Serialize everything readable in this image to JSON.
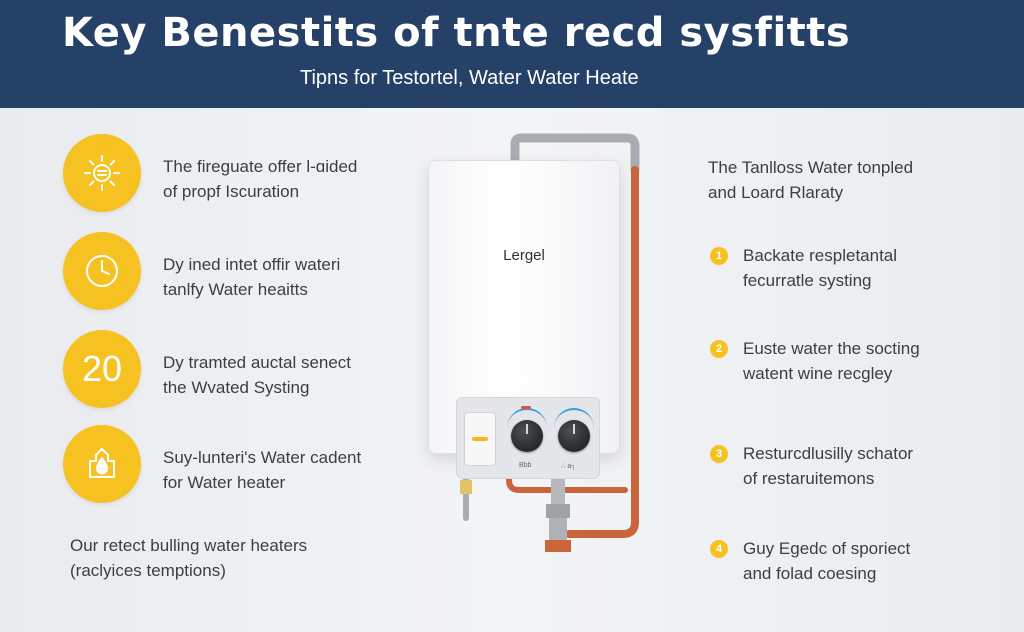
{
  "header": {
    "title": "Key Benestits of tnte recd sysfitts",
    "subtitle": "Tipns for Testortel, Water Water Heate"
  },
  "benefits": [
    {
      "icon": "sun-icon",
      "line1": "The fireguаte offer l-ɑided",
      "line2": "of propf Iscuration"
    },
    {
      "icon": "clock-icon",
      "line1": "Dy ined intet offir wateri",
      "line2": "tanlfy Water heaitts"
    },
    {
      "badge_text": "20",
      "line1": "Dy tramted auctal senect",
      "line2": "the Wvated Systing"
    },
    {
      "icon": "water-drop-icon",
      "line1": "Suy-lunteri's Water cadent",
      "line2": "for Water heater"
    }
  ],
  "footnote": {
    "line1": "Our retect bulling water heaters",
    "line2": "(raclyices temptions)"
  },
  "heater": {
    "brand": "Lergel",
    "knob_label_1": "Bbb",
    "knob_label_2": "∴ a┐"
  },
  "steps": {
    "intro_line1": "The Tanlloss Water tonpled",
    "intro_line2": "and Loard Rlaraty",
    "items": [
      {
        "num": "1",
        "line1": "Backate respletantal",
        "line2": "fecurratle systing"
      },
      {
        "num": "2",
        "line1": "Euste water the socting",
        "line2": "watent wine recgley"
      },
      {
        "num": "3",
        "line1": "Resturcdlusilly schator",
        "line2": "of restaruitemons"
      },
      {
        "num": "4",
        "line1": "Guy Egedc of sporiect",
        "line2": "and folad coesing"
      }
    ]
  },
  "colors": {
    "header_bg": "#254168",
    "accent_yellow": "#f6c221",
    "copper": "#c8653a",
    "steel": "#a9adb3"
  }
}
